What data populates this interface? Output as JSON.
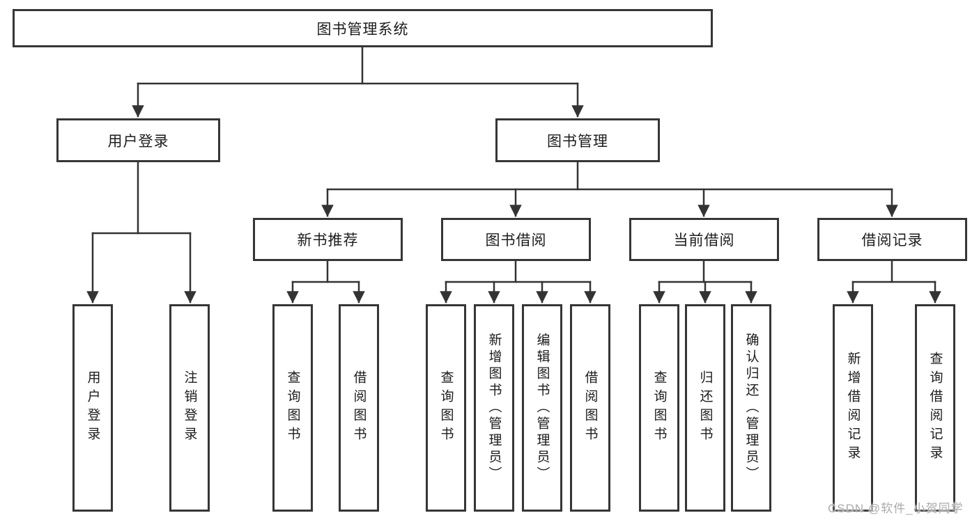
{
  "tree": {
    "label": "图书管理系统",
    "children": [
      {
        "label": "用户登录",
        "children": [
          {
            "label": "用户登录"
          },
          {
            "label": "注销登录"
          }
        ]
      },
      {
        "label": "图书管理",
        "children": [
          {
            "label": "新书推荐",
            "children": [
              {
                "label": "查询图书"
              },
              {
                "label": "借阅图书"
              }
            ]
          },
          {
            "label": "图书借阅",
            "children": [
              {
                "label": "查询图书"
              },
              {
                "label": "新增图书（管理员）"
              },
              {
                "label": "编辑图书（管理员）"
              },
              {
                "label": "借阅图书"
              }
            ]
          },
          {
            "label": "当前借阅",
            "children": [
              {
                "label": "查询图书"
              },
              {
                "label": "归还图书"
              },
              {
                "label": "确认归还（管理员）"
              }
            ]
          },
          {
            "label": "借阅记录",
            "children": [
              {
                "label": "新增借阅记录"
              },
              {
                "label": "查询借阅记录"
              }
            ]
          }
        ]
      }
    ]
  },
  "watermark": {
    "text": "CSDN @软件_小贺同学"
  },
  "colors": {
    "line": "#333333",
    "box_border": "#363636",
    "text": "#1c1c1c",
    "watermark_text": "#ababab",
    "background": "#ffffff"
  }
}
